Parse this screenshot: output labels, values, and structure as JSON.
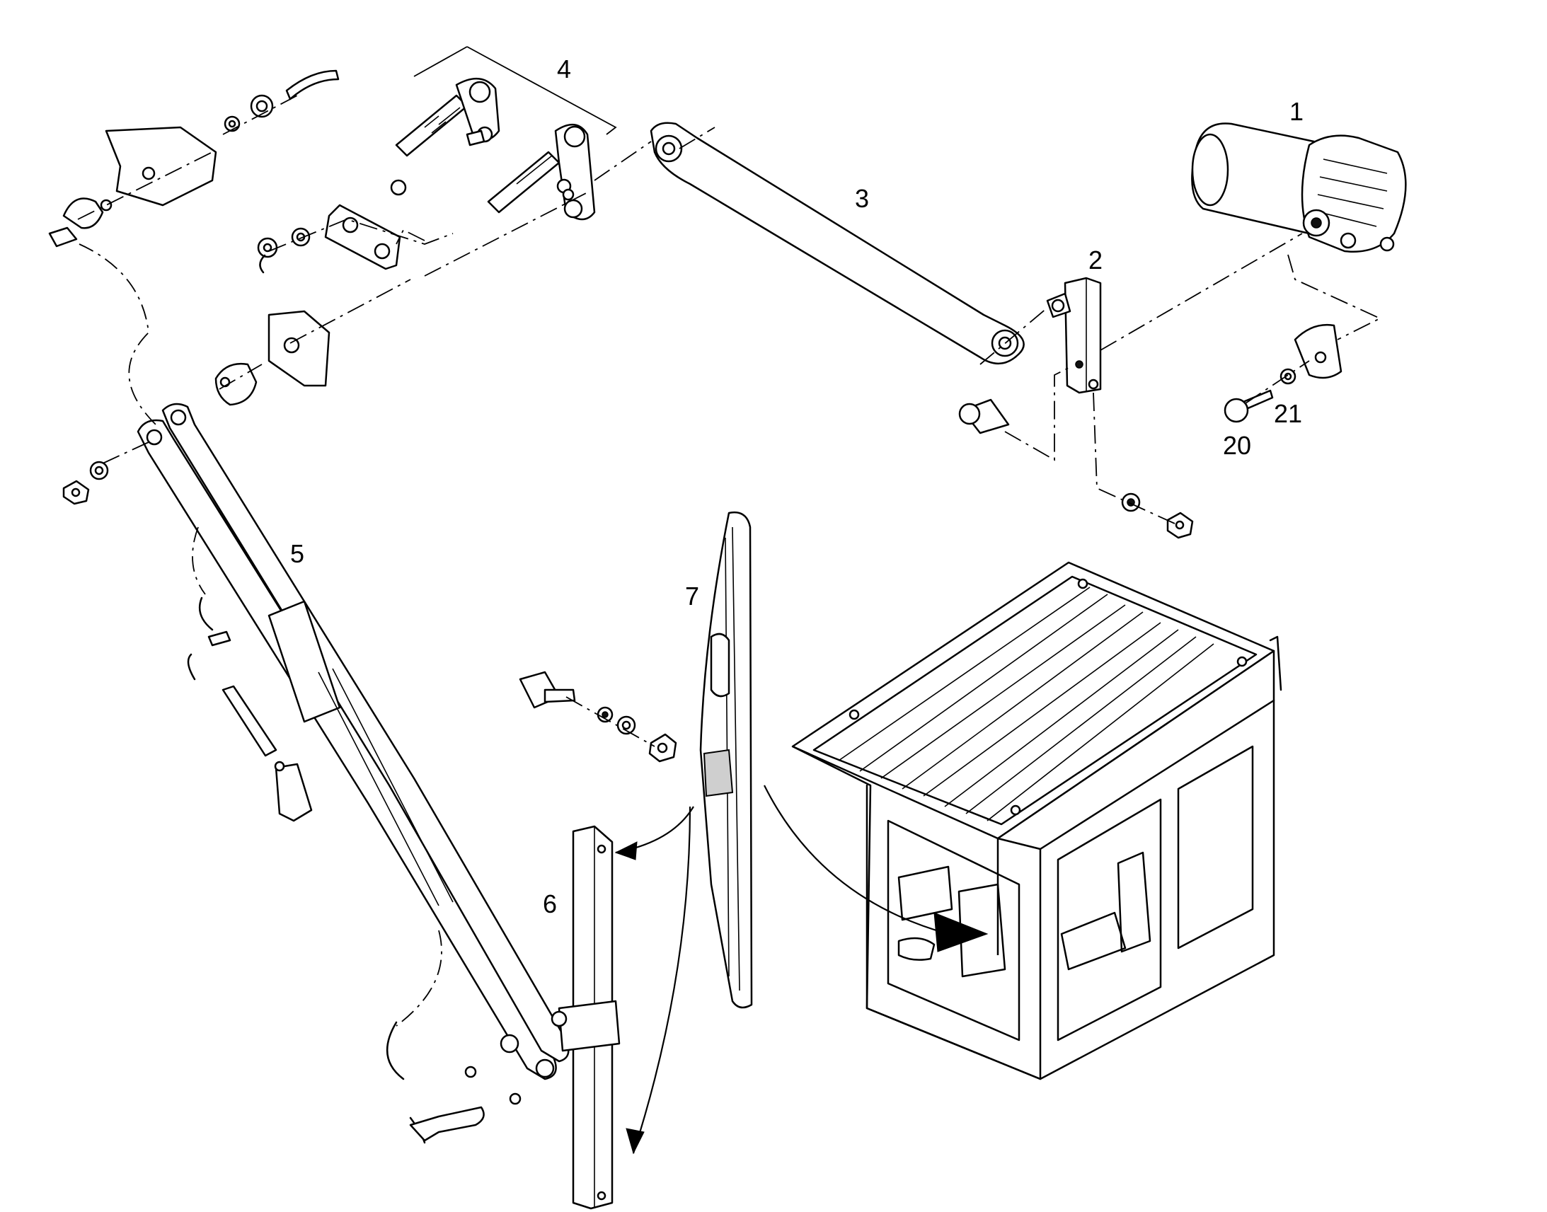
{
  "diagram": {
    "callouts": [
      "1",
      "2",
      "3",
      "4",
      "5",
      "6",
      "7",
      "20",
      "21"
    ]
  }
}
